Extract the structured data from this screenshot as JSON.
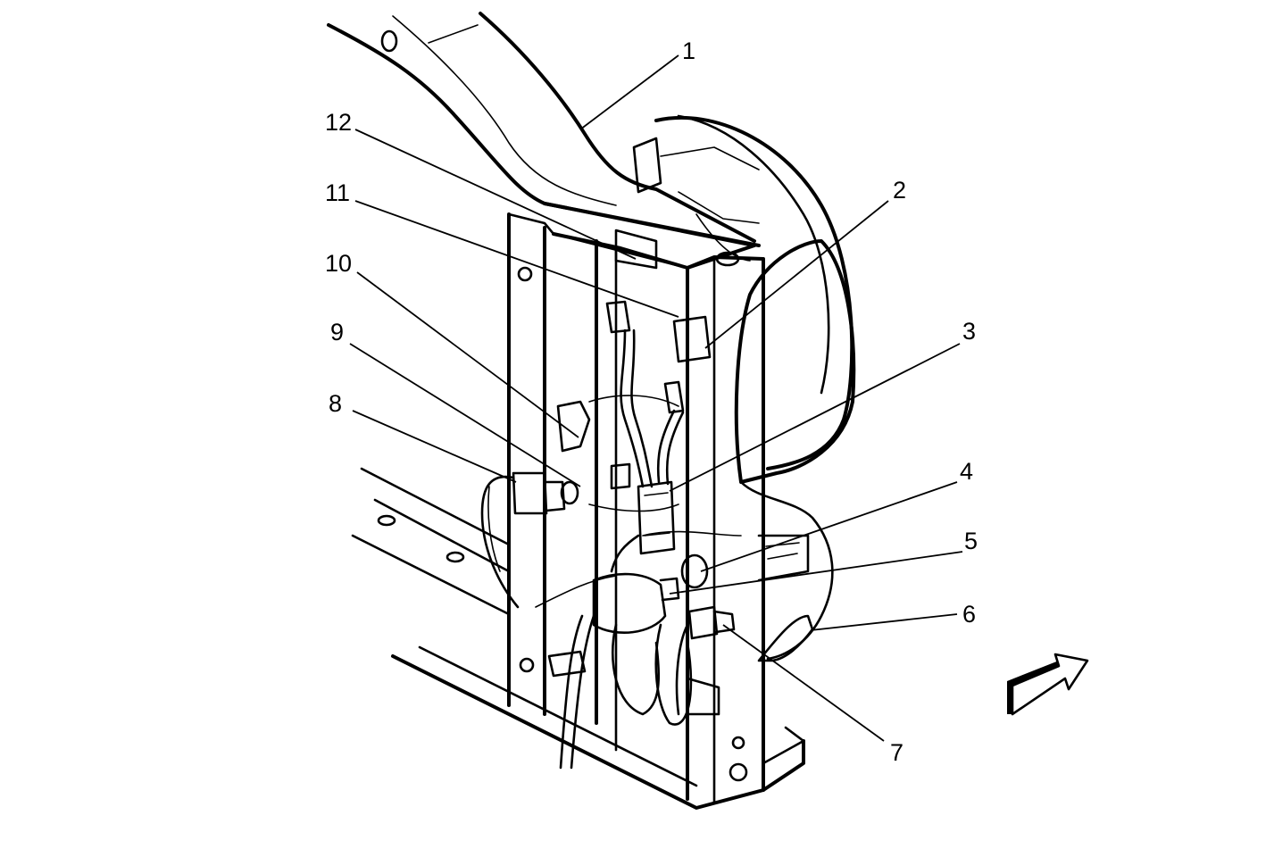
{
  "colors": {
    "ink": "#000000",
    "paper": "#ffffff"
  },
  "callouts": [
    {
      "label": "1"
    },
    {
      "label": "2"
    },
    {
      "label": "3"
    },
    {
      "label": "4"
    },
    {
      "label": "5"
    },
    {
      "label": "6"
    },
    {
      "label": "7"
    },
    {
      "label": "8"
    },
    {
      "label": "9"
    },
    {
      "label": "10"
    },
    {
      "label": "11"
    },
    {
      "label": "12"
    }
  ],
  "direction_arrow": {
    "icon": "front-direction-arrow-icon"
  }
}
